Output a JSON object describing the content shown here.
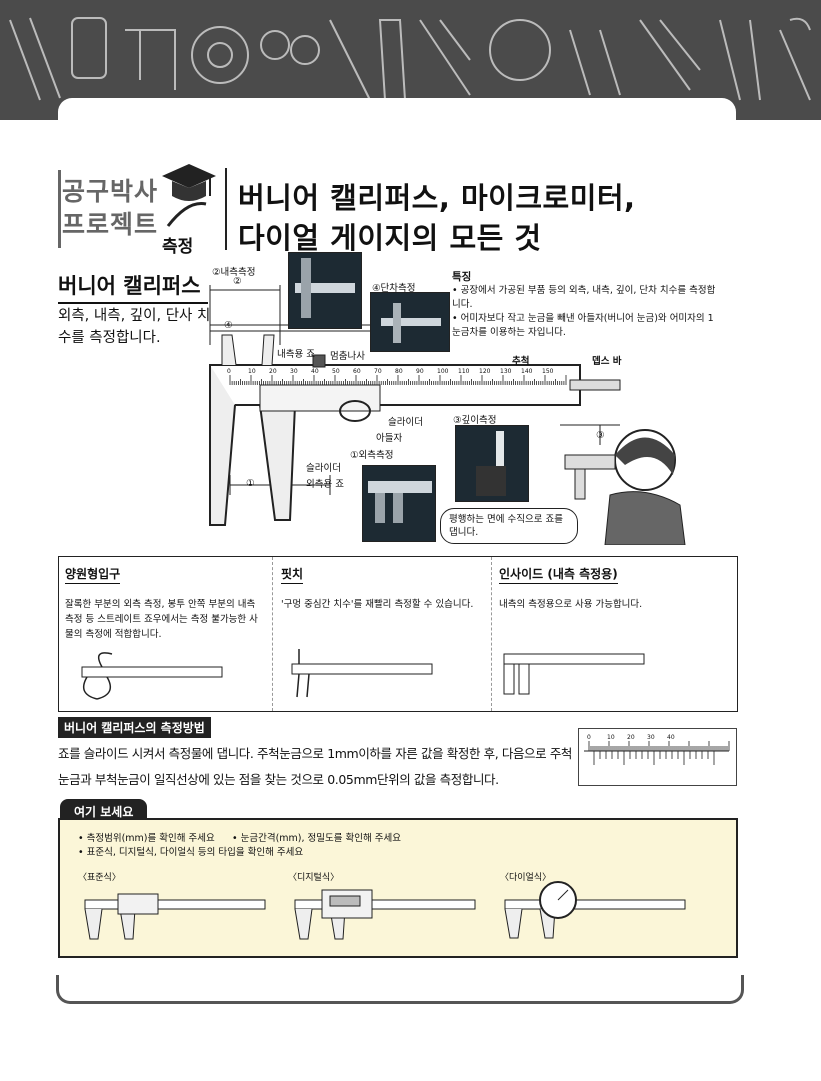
{
  "brand": {
    "line1": "공구박사",
    "line2": "프로젝트",
    "category": "측정"
  },
  "title": {
    "line1": "버니어 캘리퍼스, 마이크로미터,",
    "line2": "다이얼 게이지의 모든 것"
  },
  "section": {
    "title": "버니어 캘리퍼스",
    "desc": "외측, 내측, 깊이, 단사 치수를 측정합니다."
  },
  "features": {
    "heading": "특징",
    "items": [
      "• 공장에서 가공된 부품 등의 외측, 내측, 깊이, 단차 치수를 측정합니다.",
      "• 어미자보다 작고 눈금을 빼낸 아들자(버니어 눈금)와 어미자의 1눈금차를 이용하는 자입니다."
    ]
  },
  "diagram": {
    "labels": {
      "inner_measure": "②내측측정",
      "step_measure": "④단차측정",
      "inner_jaw": "내측용 죠",
      "stop_screw": "멈춤나사",
      "main_scale": "추척",
      "depth_bar": "뎁스 바",
      "slider": "슬라이더",
      "vernier": "아들자",
      "depth_measure": "③깊이측정",
      "outer_measure": "①외측측정",
      "slider2": "슬라이더",
      "outer_jaw": "외측용 죠",
      "bubble": "평행하는 면에 수직으로 죠를 댑니다.",
      "m2": "②",
      "m4": "④",
      "m3": "③",
      "m1": "①"
    },
    "scale_numbers": [
      "0",
      "10",
      "20",
      "30",
      "40",
      "50",
      "60",
      "70",
      "80",
      "90",
      "100",
      "110",
      "120",
      "130",
      "140",
      "150"
    ]
  },
  "types": [
    {
      "title": "양원형입구",
      "desc": "잘록한 부분의 외측 측정, 봉투 안쪽 부분의 내측 측정 등 스트레이트 죠우에서는 측정 불가능한 사물의 측정에 적합합니다."
    },
    {
      "title": "핏치",
      "desc": "'구멍 중심간 치수'를 재빨리 측정할 수 있습니다."
    },
    {
      "title": "인사이드 (내측 측정용)",
      "desc": "내측의 측정용으로 사용 가능합니다."
    }
  ],
  "method": {
    "title": "버니어 캘리퍼스의 측정방법",
    "text": "죠를 슬라이드 시켜서 측정물에 댑니다. 주척눈금으로 1mm이하를 자른 값을 확정한 후, 다음으로 주척눈금과 부척눈금이 일직선상에 있는 점을 찾는 것으로 0.05mm단위의 값을 측정합니다.",
    "scale_numbers": [
      "0",
      "10",
      "20",
      "30",
      "40"
    ]
  },
  "lookhere": {
    "tab": "여기 보세요",
    "line1a": "• 측정범위(mm)를 확인해 주세요",
    "line1b": "• 눈금간격(mm), 정밀도를 확인해 주세요",
    "line2": "• 표준식, 디지털식, 다이얼식 등의 타입을 확인해 주세요",
    "kinds": [
      "〈표준식〉",
      "〈디지털식〉",
      "〈다이얼식〉"
    ]
  },
  "colors": {
    "header": "#4b4b4b",
    "box_bg": "#fbf6d8"
  }
}
